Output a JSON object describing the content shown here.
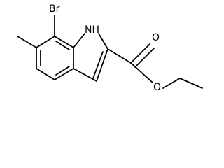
{
  "molecule": {
    "atoms": {
      "bromine": "Br",
      "amine_h": "NH",
      "carbonyl_oxygen": "O",
      "ester_oxygen": "O"
    }
  }
}
